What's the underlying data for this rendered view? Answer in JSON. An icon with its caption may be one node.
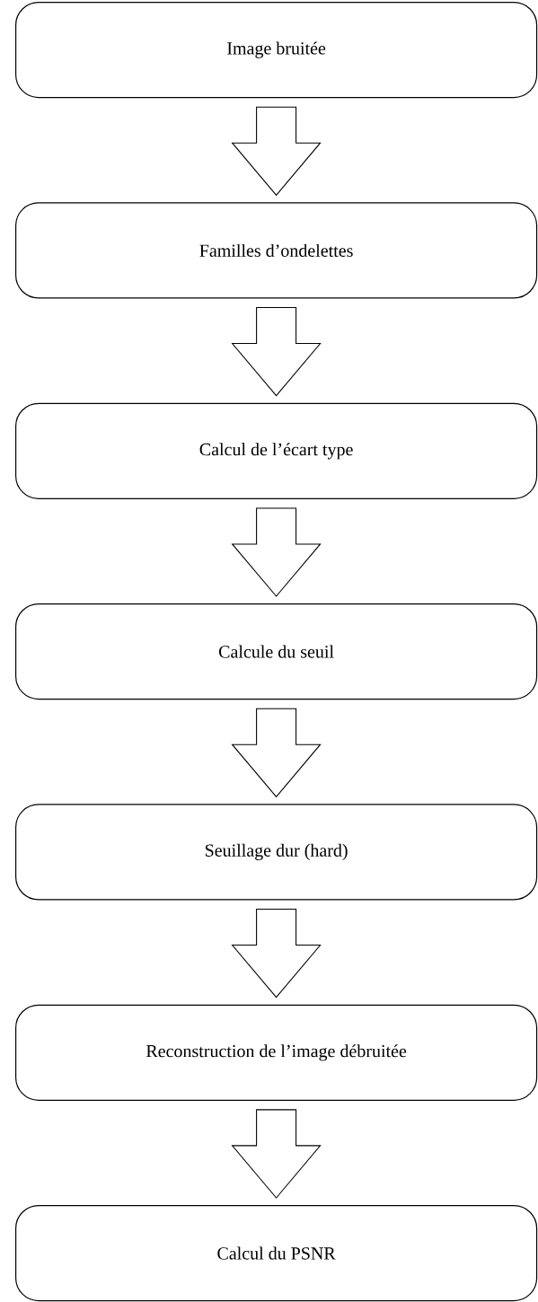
{
  "diagram": {
    "nodes": [
      {
        "text": [
          "Image bruitée"
        ]
      },
      {
        "text": [
          "Familles d’ondelettes"
        ]
      },
      {
        "text": [
          "Calcul de l’écart type"
        ]
      },
      {
        "text": [
          "Calcule du seuil"
        ]
      },
      {
        "text": [
          "Seuillage dur (hard)"
        ]
      },
      {
        "text": [
          "Reconstruction de l’image débruitée"
        ]
      },
      {
        "text": [
          "Calcul du PSNR"
        ]
      }
    ],
    "edges": [
      {
        "from": 0,
        "to": 1,
        "arrow": "to"
      },
      {
        "from": 1,
        "to": 2,
        "arrow": "to"
      },
      {
        "from": 2,
        "to": 3,
        "arrow": "to"
      },
      {
        "from": 3,
        "to": 4,
        "arrow": "to"
      },
      {
        "from": 4,
        "to": 5,
        "arrow": "to"
      },
      {
        "from": 5,
        "to": 6,
        "arrow": "to"
      }
    ]
  }
}
